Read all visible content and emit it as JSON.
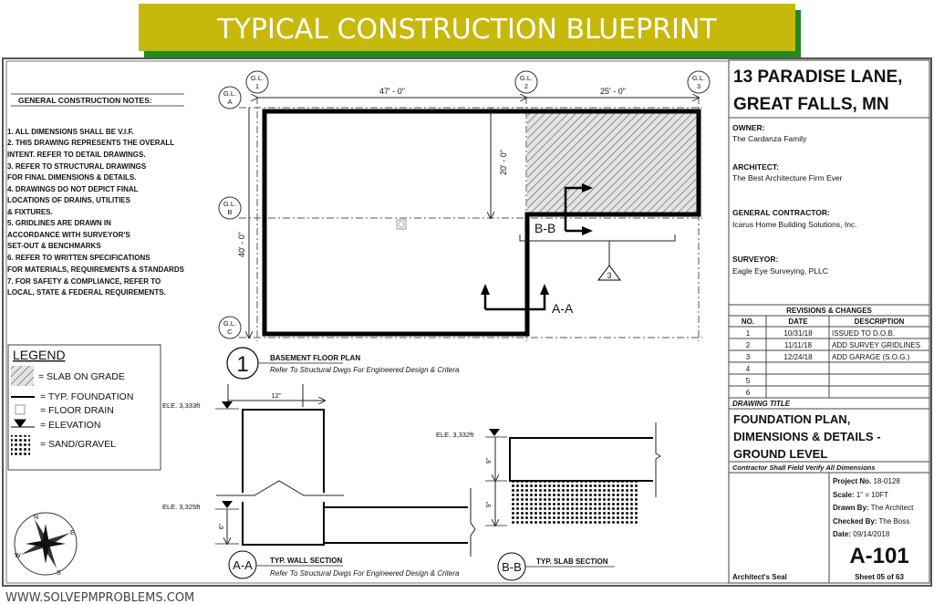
{
  "banner": {
    "title": "TYPICAL CONSTRUCTION BLUEPRINT",
    "bg_color": "#c7b80c",
    "shadow_color": "#1e8c1e"
  },
  "notes": {
    "heading": "GENERAL CONSTRUCTION NOTES:",
    "lines": [
      "1.   ALL DIMENSIONS SHALL BE V.I.F.",
      "2.   THIS DRAWING REPRESENTS THE OVERALL",
      "       INTENT. REFER TO DETAIL DRAWINGS.",
      "3.   REFER TO STRUCTURAL DRAWINGS",
      "       FOR FINAL DIMENSIONS & DETAILS.",
      "4.   DRAWINGS DO NOT DEPICT FINAL",
      "       LOCATIONS OF DRAINS, UTILITIES",
      "       & FIXTURES.",
      "5.   GRIDLINES ARE DRAWN IN",
      "       ACCORDANCE WITH SURVEYOR'S",
      "       SET-OUT & BENCHMARKS",
      "6.   REFER TO WRITTEN SPECIFICATIONS",
      "       FOR MATERIALS, REQUIREMENTS & STANDARDS",
      "7.   FOR SAFETY & COMPLIANCE, REFER TO",
      "       LOCAL, STATE & FEDERAL REQUIREMENTS."
    ]
  },
  "plan": {
    "gridlines": {
      "a": [
        "G.L.",
        "A"
      ],
      "b": [
        "G.L.",
        "B"
      ],
      "c": [
        "G.L.",
        "C"
      ],
      "g1": [
        "G.L.",
        "1"
      ],
      "g2": [
        "G.L.",
        "2"
      ],
      "g3": [
        "G.L.",
        "3"
      ]
    },
    "dim_top_left": "47' - 0\"",
    "dim_top_right": "25' - 0\"",
    "dim_left": "40' - 0\"",
    "dim_inner": "20' - 0\"",
    "section_aa": "A-A",
    "section_bb": "B-B",
    "detail_ref": "3"
  },
  "legend": {
    "title": "LEGEND",
    "items": [
      "= SLAB ON GRADE",
      "= TYP. FOUNDATION",
      "= FLOOR DRAIN",
      "= ELEVATION",
      "= SAND/GRAVEL"
    ]
  },
  "details": {
    "plan_number": "1",
    "plan_title": "BASEMENT FLOOR PLAN",
    "plan_subtitle": "Refer To Structural Dwgs For Engineered Design & Critera",
    "wall_marker": "A-A",
    "wall_title": "TYP. WALL SECTION",
    "wall_subtitle": "Refer To Structural Dwgs For Engineered Design & Critera",
    "wall_width": "12\"",
    "wall_ele_top": "ELE. 3,333ft",
    "wall_ele_bottom": "ELE. 3,325ft",
    "wall_depth": "6\"",
    "slab_marker": "B-B",
    "slab_title": "TYP. SLAB SECTION",
    "slab_ele": "ELE. 3,332ft",
    "slab_thickness": "9\"",
    "gravel_thickness": "9\""
  },
  "compass": {
    "n": "N",
    "e": "E",
    "s": "S",
    "w": "W"
  },
  "titleblock": {
    "address_line1": "13 PARADISE LANE,",
    "address_line2": "GREAT FALLS, MN",
    "owner_label": "OWNER:",
    "owner": "The Cardanza Family",
    "architect_label": "ARCHITECT:",
    "architect": "The Best Architecture Firm Ever",
    "gc_label": "GENERAL CONTRACTOR:",
    "gc": "Icarus Home Building Solutions, Inc.",
    "surveyor_label": "SURVEYOR:",
    "surveyor": "Eagle Eye Surveying, PLLC",
    "revisions_title": "REVISIONS & CHANGES",
    "revisions_headers": [
      "NO.",
      "DATE",
      "DESCRIPTION"
    ],
    "revisions": [
      [
        "1",
        "10/31/18",
        "ISSUED TO D.O.B."
      ],
      [
        "2",
        "11/11/18",
        "ADD SURVEY GRIDLINES"
      ],
      [
        "3",
        "12/24/18",
        "ADD GARAGE (S.O.G.)"
      ],
      [
        "4",
        "",
        ""
      ],
      [
        "5",
        "",
        ""
      ],
      [
        "6",
        "",
        ""
      ]
    ],
    "drawing_title_label": "DRAWING TITLE",
    "drawing_title": [
      "FOUNDATION PLAN,",
      "DIMENSIONS & DETAILS -",
      "GROUND LEVEL"
    ],
    "verify_note": "Contractor Shall Field Verify All Dimensions",
    "project_no_label": "Project No.",
    "project_no": "18-0128",
    "scale_label": "Scale:",
    "scale": "1\" = 10FT",
    "drawn_by_label": "Drawn By:",
    "drawn_by": "The Architect",
    "checked_by_label": "Checked By:",
    "checked_by": "The Boss",
    "date_label": "Date:",
    "date": "09/14/2018",
    "sheet_id": "A-101",
    "seal_label": "Architect's Seal",
    "sheet_count": "Sheet 05 of 63"
  },
  "footer": {
    "website": "WWW.SOLVEPMPROBLEMS.COM"
  }
}
